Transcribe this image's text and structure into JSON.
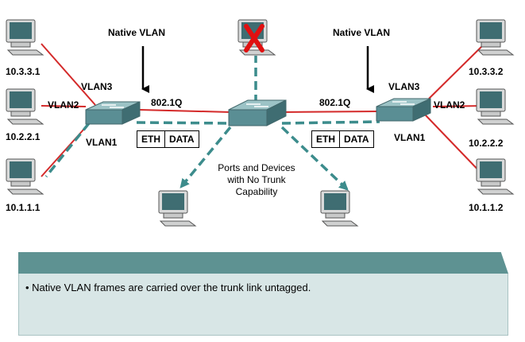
{
  "diagram": {
    "labels": {
      "native_vlan_left": "Native VLAN",
      "native_vlan_right": "Native VLAN",
      "trunk_left": "802.1Q",
      "trunk_right": "802.1Q",
      "vlan3_left": "VLAN3",
      "vlan2_left": "VLAN2",
      "vlan1_left": "VLAN1",
      "vlan3_right": "VLAN3",
      "vlan2_right": "VLAN2",
      "vlan1_right": "VLAN1"
    },
    "hosts": {
      "left_vlan3": "10.3.3.1",
      "left_vlan2": "10.2.2.1",
      "left_vlan1": "10.1.1.1",
      "right_vlan3": "10.3.3.2",
      "right_vlan2": "10.2.2.2",
      "right_vlan1": "10.1.1.2"
    },
    "frames": {
      "left": {
        "header": "ETH",
        "payload": "DATA"
      },
      "right": {
        "header": "ETH",
        "payload": "DATA"
      }
    },
    "caption": "Ports and Devices with No Trunk Capability",
    "colors": {
      "link_red": "#d42a2a",
      "native_dashed": "#3c8c8c",
      "switch_body": "#5a8e94",
      "blocked_x": "#e01010",
      "panel_header": "#5e9292",
      "panel_body": "#d8e6e6"
    }
  },
  "note": {
    "text": "• Native VLAN frames are carried over the trunk link untagged."
  }
}
